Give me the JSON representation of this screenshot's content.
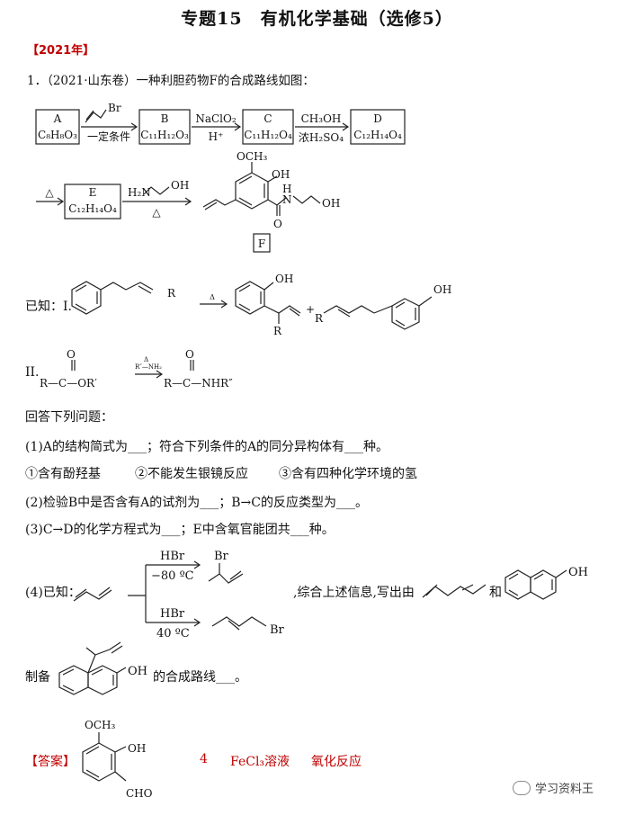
{
  "title": "专题15　有机化学基础（选修5）",
  "year_tag": "【2021年】",
  "question_intro": "1．（2021·山东卷）一种利胆药物F的合成路线如图：",
  "route": {
    "boxes": [
      {
        "name": "A",
        "formula": "C₈H₈O₃"
      },
      {
        "name": "B",
        "formula": "C₁₁H₁₂O₃"
      },
      {
        "name": "C",
        "formula": "C₁₁H₁₂O₄"
      },
      {
        "name": "D",
        "formula": "C₁₂H₁₄O₄"
      },
      {
        "name": "E",
        "formula": "C₁₂H₁₄O₄"
      }
    ],
    "arrow1_top": "Br",
    "arrow1_bottom": "一定条件",
    "arrow2_top": "NaClO₂",
    "arrow2_bottom": "H⁺",
    "arrow3_top": "CH₃OH",
    "arrow3_bottom": "浓H₂SO₄",
    "arrow4_top": "△",
    "arrow5_reagent": "H₂N",
    "arrow5_oh": "OH",
    "arrow5_bottom": "△",
    "f_och3": "OCH₃",
    "f_oh": "OH",
    "f_n": "N",
    "f_h": "H",
    "f_o": "O",
    "f_oh2": "OH",
    "f_label": "F"
  },
  "known": {
    "label_1": "已知：I.",
    "r_group": "R",
    "delta": "Δ",
    "oh": "OH",
    "plus": "+",
    "label_2": "II.",
    "ii_left": "R—C—OR′",
    "ii_o": "O",
    "ii_reagent": "R″—NH₂",
    "ii_right": "R—C—NHR″"
  },
  "prompt": "回答下列问题：",
  "q1": "(1)A的结构简式为___；符合下列条件的A的同分异构体有___种。",
  "conditions": [
    "①含有酚羟基",
    "②不能发生银镜反应",
    "③含有四种化学环境的氢"
  ],
  "q2": "(2)检验B中是否含有A的试剂为___；B→C的反应类型为___。",
  "q3": "(3)C→D的化学方程式为___；E中含氧官能团共___种。",
  "q4": {
    "lead": "(4)已知：",
    "top_reagent": "HBr",
    "top_temp": "−80 ºC",
    "bottom_reagent": "HBr",
    "bottom_temp": "40 ºC",
    "br": "Br",
    "text_mid": ",综合上述信息,写出由",
    "and": "和",
    "oh": "OH",
    "text_end": "的合成路线___。",
    "prep": "制备"
  },
  "answer": {
    "label": "【答案】",
    "och3": "OCH₃",
    "oh": "OH",
    "cho": "CHO",
    "count": "4",
    "reagent": "FeCl₃溶液",
    "reaction_type": "氧化反应"
  },
  "watermark": "学习资料王"
}
